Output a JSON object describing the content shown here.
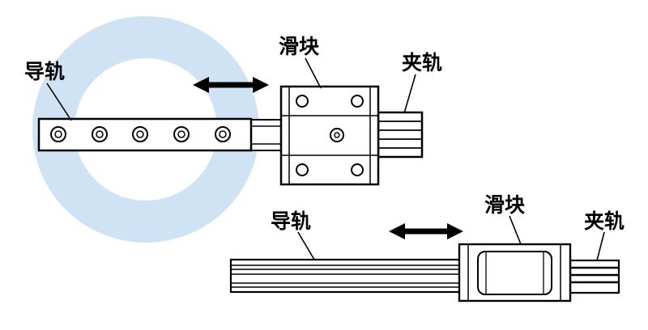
{
  "colors": {
    "ring": "#cfe3f5",
    "line": "#000000"
  },
  "top_diagram": {
    "guide_rail_label": "导轨",
    "slider_label": "滑块",
    "clamp_rail_label": "夹轨"
  },
  "bottom_diagram": {
    "guide_rail_label": "导轨",
    "slider_label": "滑块",
    "clamp_rail_label": "夹轨"
  }
}
